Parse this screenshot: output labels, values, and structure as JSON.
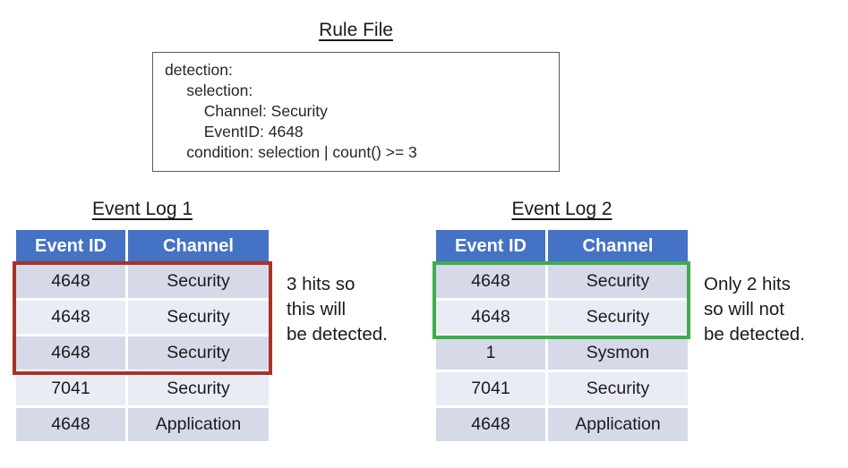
{
  "rule_file": {
    "title": "Rule File",
    "lines": [
      "detection:",
      "     selection:",
      "         Channel: Security",
      "         EventID: 4648",
      "     condition: selection | count() >= 3"
    ]
  },
  "event_logs": [
    {
      "title": "Event Log 1",
      "headers": [
        "Event ID",
        "Channel"
      ],
      "rows": [
        [
          "4648",
          "Security"
        ],
        [
          "4648",
          "Security"
        ],
        [
          "4648",
          "Security"
        ],
        [
          "7041",
          "Security"
        ],
        [
          "4648",
          "Application"
        ]
      ],
      "highlighted_rows": "1-3",
      "annotation_lines": [
        "3 hits so",
        "this will",
        "be detected."
      ]
    },
    {
      "title": "Event Log 2",
      "headers": [
        "Event ID",
        "Channel"
      ],
      "rows": [
        [
          "4648",
          "Security"
        ],
        [
          "4648",
          "Security"
        ],
        [
          "1",
          "Sysmon"
        ],
        [
          "7041",
          "Security"
        ],
        [
          "4648",
          "Application"
        ]
      ],
      "highlighted_rows": "1-2",
      "annotation_lines": [
        "Only 2 hits",
        "so will not",
        "be detected."
      ]
    }
  ],
  "colors": {
    "header_blue": "#4472C4",
    "row_dark": "#D6D9E8",
    "row_light": "#EAECF5",
    "detected_outline_red": "#A93228",
    "not_detected_outline_green": "#3EAD4D"
  }
}
